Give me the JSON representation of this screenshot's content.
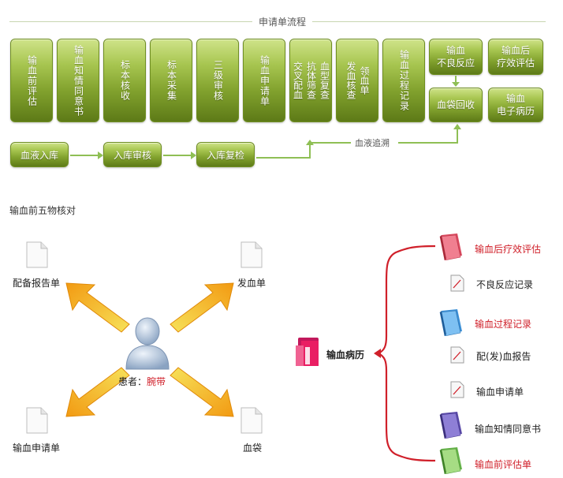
{
  "flow": {
    "title": "申请单流程",
    "vertical_steps": [
      {
        "label": "输血前评估"
      },
      {
        "label": "输血知情同意书"
      },
      {
        "label": "标本核收"
      },
      {
        "label": "标本采集"
      },
      {
        "label": "三级审核"
      },
      {
        "label": "输血申请单"
      },
      {
        "label_col1": "交叉配血",
        "label_col2": "抗体筛查",
        "label_col3": "血型复查"
      },
      {
        "label_col1": "发血核查",
        "label_col2": "领血单"
      },
      {
        "label": "输血过程记录"
      }
    ],
    "right_boxes": {
      "adverse": "输血\n不良反应",
      "bag_return": "血袋回收",
      "post_eval": "输血后\n疗效评估",
      "emr": "输血\n电子病历"
    },
    "bottom_steps": [
      "血液入库",
      "入库审核",
      "入库复检"
    ],
    "trace_label": "血液追溯"
  },
  "pretransfusion": {
    "title": "输血前五物核对",
    "nodes": {
      "top_left": "配备报告单",
      "top_right": "发血单",
      "bottom_left": "输血申请单",
      "bottom_right": "血袋"
    },
    "patient_prefix": "患者：",
    "patient_wrist": "腕带"
  },
  "records": {
    "root": "输血病历",
    "items": [
      {
        "label": "输血后疗效评估",
        "color": "#d0202a",
        "icon": "red-book-icon"
      },
      {
        "label": "不良反应记录",
        "color": "#222222",
        "icon": "small-doc-icon"
      },
      {
        "label": "输血过程记录",
        "color": "#d0202a",
        "icon": "blue-book-icon"
      },
      {
        "label": "配(发)血报告",
        "color": "#222222",
        "icon": "small-doc-icon"
      },
      {
        "label": "输血申请单",
        "color": "#222222",
        "icon": "small-doc-icon"
      },
      {
        "label": "输血知情同意书",
        "color": "#222222",
        "icon": "purple-book-icon"
      },
      {
        "label": "输血前评估单",
        "color": "#d0202a",
        "icon": "green-book-icon"
      }
    ],
    "brace_color": "#d0202a"
  }
}
